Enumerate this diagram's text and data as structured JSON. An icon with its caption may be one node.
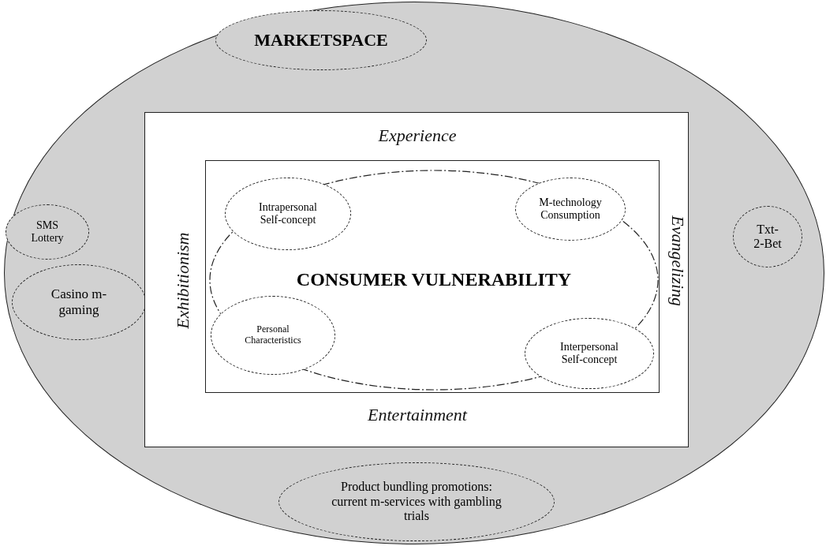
{
  "diagram": {
    "nodes": [
      {
        "text": [],
        "shape": "ellipse"
      },
      {
        "text": [
          "MARKETSPACE"
        ],
        "in": 0
      },
      {
        "text": [
          "SMS Lottery"
        ],
        "in": 0
      },
      {
        "text": [
          "Casino m-gaming"
        ],
        "in": 0
      },
      {
        "text": [
          "Experience",
          "Exhibitionism",
          "Evangelizing",
          "Entertainment"
        ],
        "in": 0
      },
      {
        "text": [],
        "shape": "box",
        "in": 4
      },
      {
        "text": [
          "CONSUMER VULNERABILITY"
        ],
        "in": 5
      },
      {
        "text": [
          "Intrapersonal Self-concept"
        ],
        "in": 6
      },
      {
        "text": [
          "M-technology Consumption"
        ],
        "in": 6
      },
      {
        "text": [
          "Personal Characteristics"
        ],
        "in": 6
      },
      {
        "text": [
          "Interpersonal Self-concept"
        ],
        "in": 6
      },
      {
        "text": [
          "Txt-2-Bet"
        ],
        "in": 0
      },
      {
        "text": [
          "Product bundling promotions: current m-services with gambling trials"
        ],
        "in": 0
      }
    ],
    "edges": []
  }
}
